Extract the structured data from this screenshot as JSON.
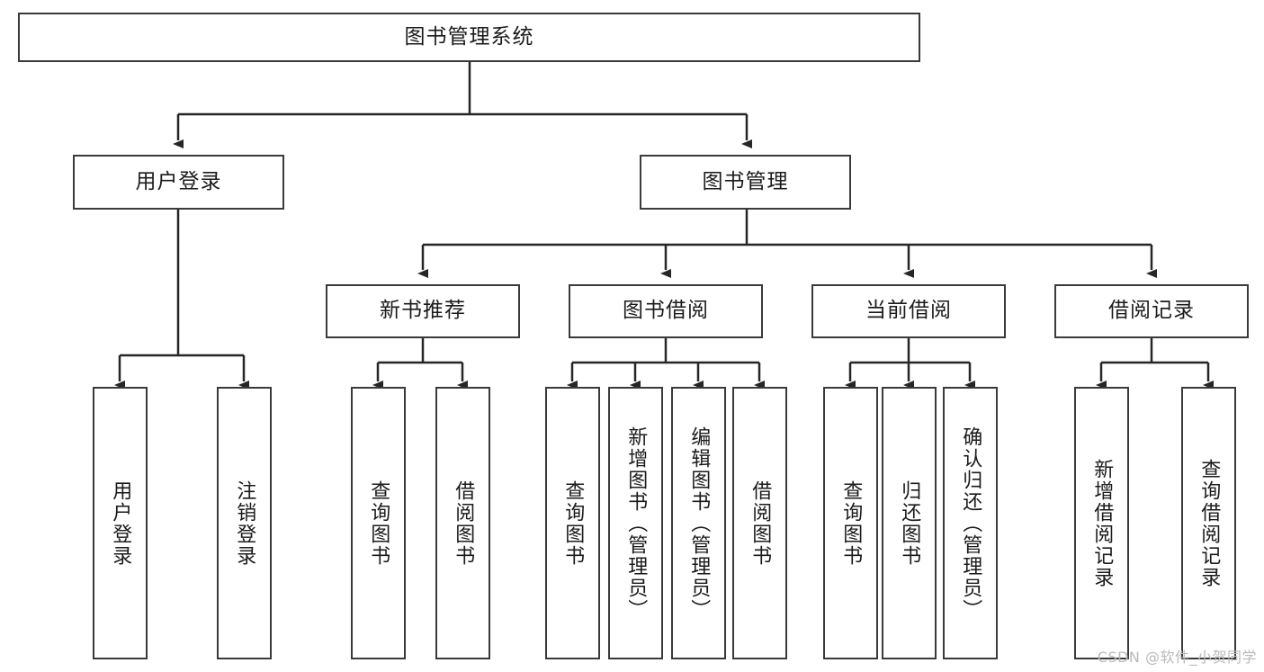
{
  "diagram": {
    "title": "图书管理系统",
    "type": "tree-hierarchy-diagram",
    "colors": {
      "box_border": "#3a3a3a",
      "box_fill": "#ffffff",
      "connector": "#262626",
      "text": "#1b1b1b",
      "watermark": "#b9b9b9",
      "background": "#ffffff"
    },
    "root": {
      "label": "图书管理系统"
    },
    "level2": [
      {
        "label": "用户登录"
      },
      {
        "label": "图书管理"
      }
    ],
    "level3": [
      {
        "label": "新书推荐"
      },
      {
        "label": "图书借阅"
      },
      {
        "label": "当前借阅"
      },
      {
        "label": "借阅记录"
      }
    ],
    "leaves": {
      "user_login": [
        {
          "label": "用户登录"
        },
        {
          "label": "注销登录"
        }
      ],
      "new_book_recommend": [
        {
          "label": "查询图书"
        },
        {
          "label": "借阅图书"
        }
      ],
      "book_borrow": [
        {
          "label": "查询图书"
        },
        {
          "label": "新增图书（管理员）"
        },
        {
          "label": "编辑图书（管理员）"
        },
        {
          "label": "借阅图书"
        }
      ],
      "current_borrow": [
        {
          "label": "查询图书"
        },
        {
          "label": "归还图书"
        },
        {
          "label": "确认归还（管理员）"
        }
      ],
      "borrow_records": [
        {
          "label": "新增借阅记录"
        },
        {
          "label": "查询借阅记录"
        }
      ]
    }
  },
  "watermark": {
    "text": "CSDN @软件_小贺同学"
  }
}
